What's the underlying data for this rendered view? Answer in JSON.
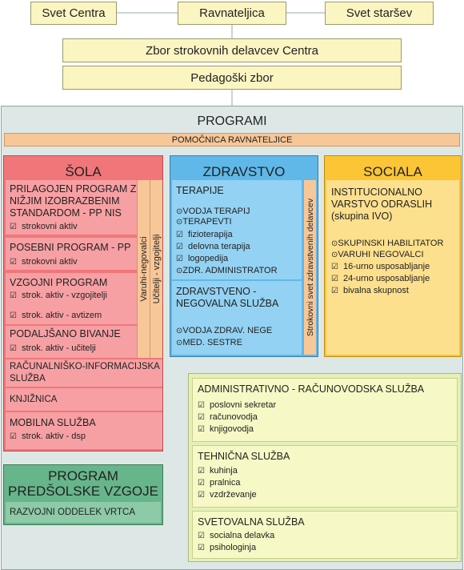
{
  "top": {
    "svet_centra": "Svet Centra",
    "ravnateljica": "Ravnateljica",
    "svet_starsev": "Svet staršev",
    "zbor_strokovnih": "Zbor strokovnih delavcev Centra",
    "pedagoski_zbor": "Pedagoški zbor"
  },
  "programi": {
    "title": "PROGRAMI",
    "pomocnica": "POMOČNICA RAVNATELJICE"
  },
  "sola": {
    "title": "ŠOLA",
    "sections": [
      {
        "heading": "PRILAGOJEN PROGRAM Z NIŽJIM IZOBRAZBENIM STANDARDOM - PP NIS",
        "items": [
          "strokovni aktiv"
        ]
      },
      {
        "heading": "POSEBNI PROGRAM - PP",
        "items": [
          "strokovni aktiv"
        ]
      },
      {
        "heading": "VZGOJNI PROGRAM",
        "items": [
          "strok. aktiv - vzgojitelji",
          "strok. aktiv - avtizem"
        ]
      },
      {
        "heading": "PODALJŠANO BIVANJE",
        "items": [
          "strok. aktiv - učitelji"
        ]
      },
      {
        "heading": "RAČUNALNIŠKO-INFORMACIJSKA SLUŽBA",
        "items": []
      },
      {
        "heading": "KNJIŽNICA",
        "items": []
      },
      {
        "heading": "MOBILNA SLUŽBA",
        "items": [
          "strok. aktiv - dsp"
        ]
      }
    ],
    "strip1": "Varuhi-negovalci",
    "strip2": "Učitelji - vzgojitelji"
  },
  "zdravstvo": {
    "title": "ZDRAVSTVO",
    "terapije": {
      "heading": "TERAPIJE",
      "roles": [
        "VODJA TERAPIJ",
        "TERAPEVTI"
      ],
      "items": [
        "fizioterapija",
        "delovna terapija",
        "logopedija"
      ],
      "admin": "ZDR. ADMINISTRATOR"
    },
    "negovalna": {
      "heading": "ZDRAVSTVENO - NEGOVALNA SLUŽBA",
      "roles": [
        "VODJA ZDRAV. NEGE",
        "MED. SESTRE"
      ]
    },
    "strip": "Strokovni svet zdravstvenih delavcev"
  },
  "sociala": {
    "title": "SOCIALA",
    "heading": "INSTITUCIONALNO VARSTVO ODRASLIH (skupina IVO)",
    "roles": [
      "SKUPINSKI HABILITATOR",
      "VARUHI NEGOVALCI"
    ],
    "items": [
      "16-urno usposabljanje",
      "24-urno usposabljanje",
      "bivalna skupnost"
    ]
  },
  "predsolske": {
    "title": "PROGRAM PREDŠOLSKE VZGOJE",
    "sub": "RAZVOJNI ODDELEK VRTCA"
  },
  "admin": {
    "racunovodska": {
      "heading": "ADMINISTRATIVNO - RAČUNOVODSKA SLUŽBA",
      "items": [
        "poslovni sekretar",
        "računovodja",
        "knjigovodja"
      ]
    },
    "tehnicna": {
      "heading": "TEHNIČNA SLUŽBA",
      "items": [
        "kuhinja",
        "pralnica",
        "vzdrževanje"
      ]
    },
    "svetovalna": {
      "heading": "SVETOVALNA SLUŽBA",
      "items": [
        "socialna delavka",
        "psihologinja"
      ]
    }
  },
  "icons": {
    "check": "☑",
    "bullet": "⊙"
  },
  "colors": {
    "sola": "#f0767a",
    "zdravstvo": "#5fb8e8",
    "sociala": "#fbc536",
    "predsolske": "#67b58b",
    "admin": "#e4f0b7"
  }
}
